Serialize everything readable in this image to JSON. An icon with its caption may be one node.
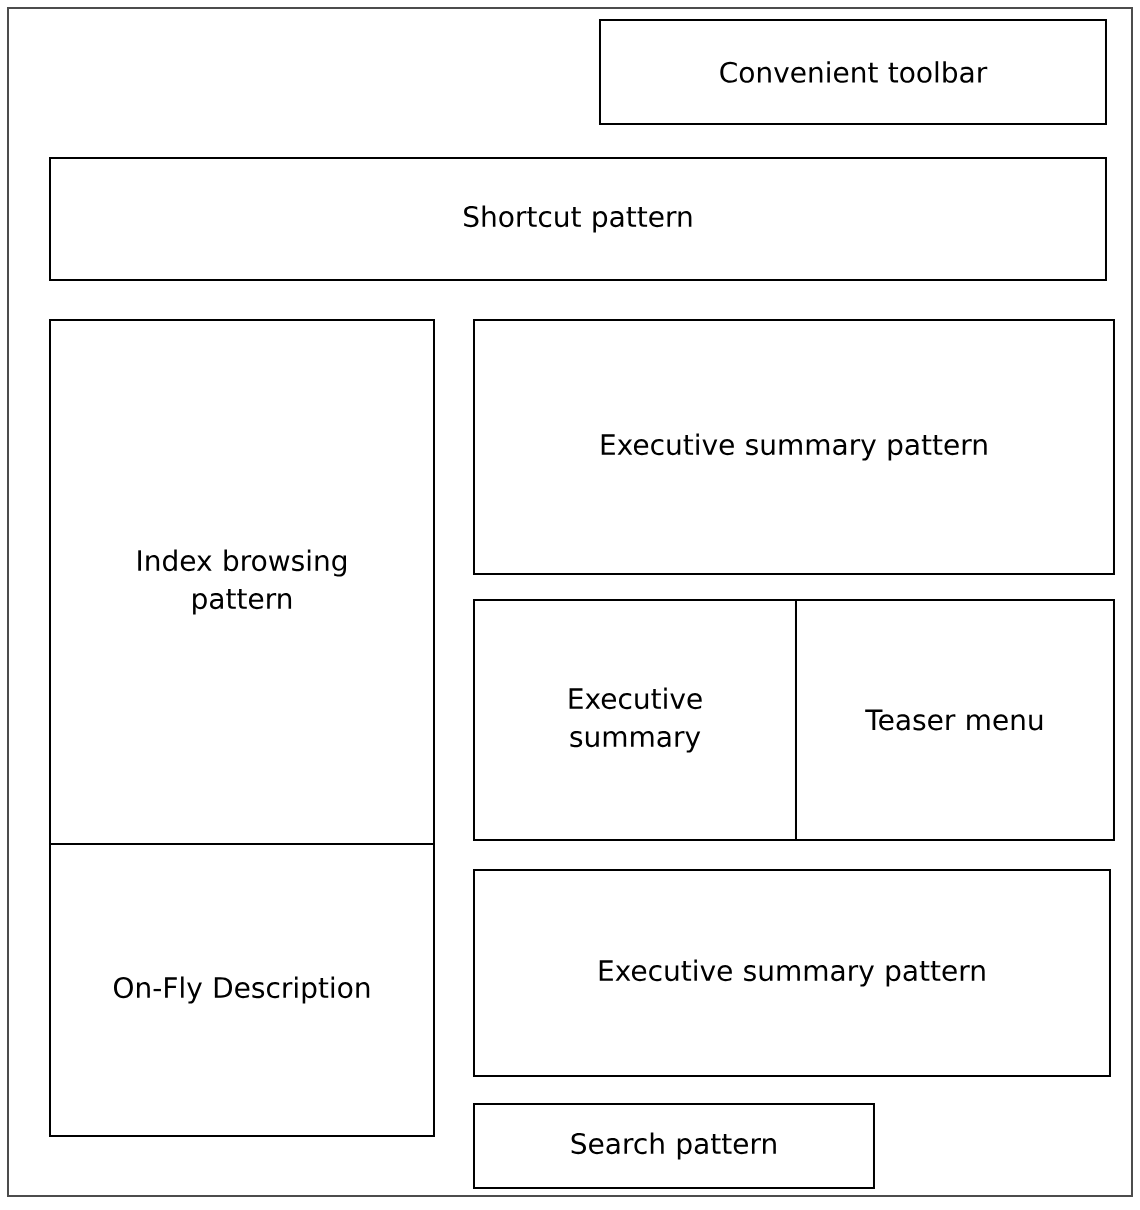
{
  "diagram": {
    "nodes": [
      {
        "text": [
          "Convenient toolbar"
        ]
      },
      {
        "text": [
          "Shortcut pattern"
        ]
      },
      {
        "text": [
          "Index browsing pattern"
        ]
      },
      {
        "text": [
          "On-Fly Description"
        ]
      },
      {
        "text": [
          "Executive summary pattern"
        ]
      },
      {
        "text": [
          "Executive summary"
        ]
      },
      {
        "text": [
          "Teaser menu"
        ]
      },
      {
        "text": [
          "Executive summary pattern"
        ]
      },
      {
        "text": [
          "Search pattern"
        ]
      }
    ]
  }
}
